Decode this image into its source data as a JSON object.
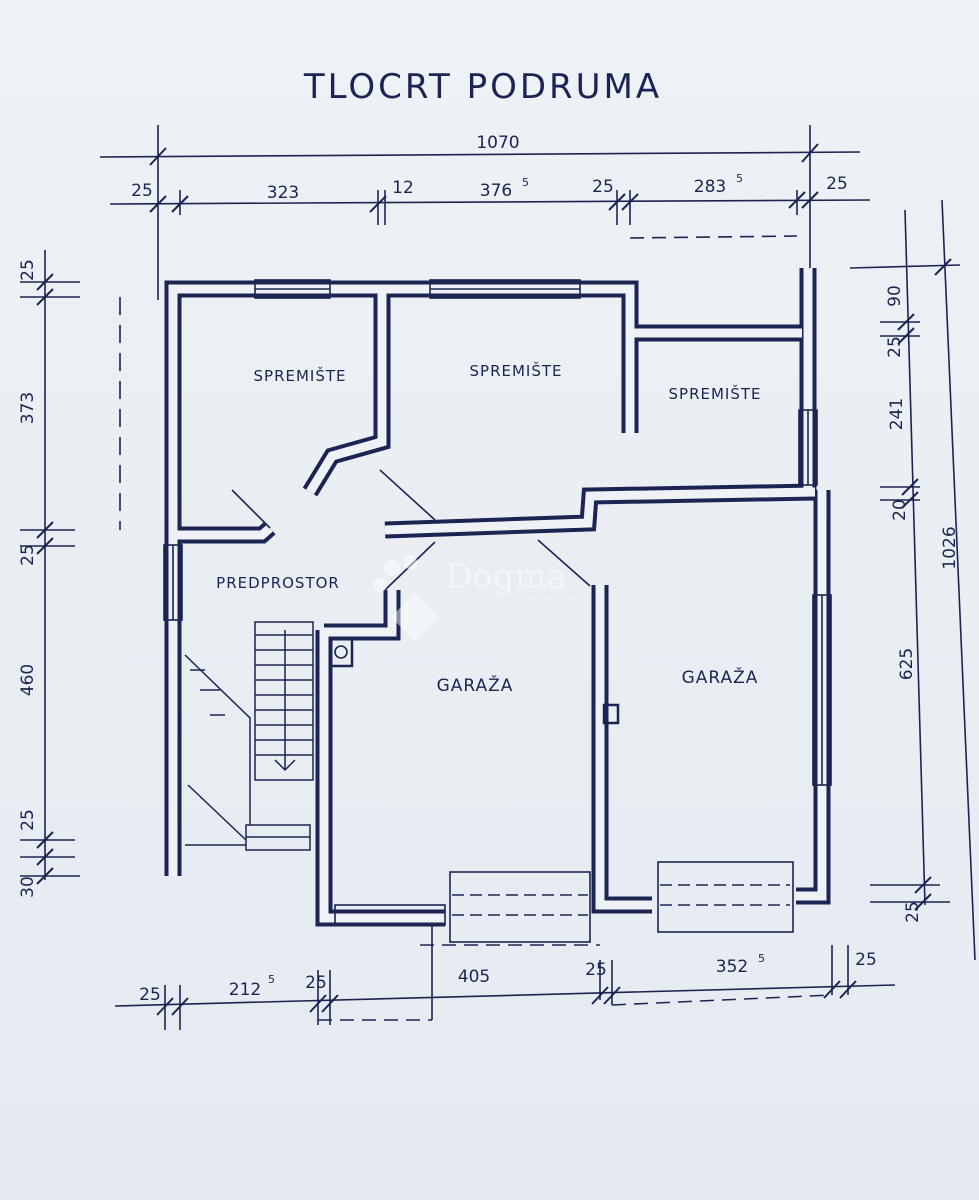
{
  "title": "TLOCRT PODRUMA",
  "rooms": {
    "storage_1": "SPREMIŠTE",
    "storage_2": "SPREMIŠTE",
    "storage_3": "SPREMIŠTE",
    "hall": "PREDPROSTOR",
    "garage_1": "GARAŽA",
    "garage_2": "GARAŽA"
  },
  "dimensions": {
    "top_total": "1070",
    "top": [
      {
        "v": "25",
        "s": ""
      },
      {
        "v": "323",
        "s": ""
      },
      {
        "v": "12",
        "s": ""
      },
      {
        "v": "376",
        "s": "5"
      },
      {
        "v": "25",
        "s": ""
      },
      {
        "v": "283",
        "s": "5"
      },
      {
        "v": "25",
        "s": ""
      }
    ],
    "left": [
      "25",
      "373",
      "25",
      "460",
      "25",
      "30"
    ],
    "right": [
      "90",
      "25",
      "241",
      "20",
      "625",
      "25"
    ],
    "right_total": "1026",
    "bottom": [
      {
        "v": "25",
        "s": ""
      },
      {
        "v": "212",
        "s": "5"
      },
      {
        "v": "25",
        "s": ""
      },
      {
        "v": "405",
        "s": ""
      },
      {
        "v": "25",
        "s": ""
      },
      {
        "v": "352",
        "s": "5"
      },
      {
        "v": "25",
        "s": ""
      }
    ]
  },
  "watermark": {
    "text": "Dogma",
    "sub": "nekretnine"
  },
  "colors": {
    "ink": "#1c2453",
    "paper": "#e8edf2"
  }
}
